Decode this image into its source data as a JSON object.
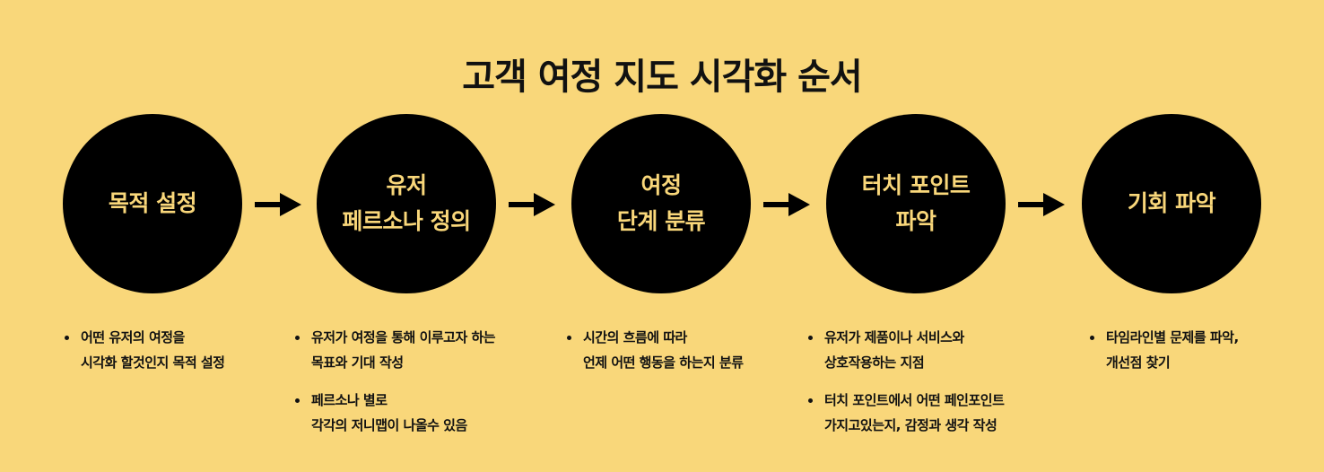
{
  "title": "고객 여정 지도 시각화 순서",
  "steps": [
    {
      "label_lines": [
        "목적 설정"
      ],
      "bullets": [
        [
          "어떤 유저의 여정을",
          "시각화 할것인지 목적 설정"
        ]
      ]
    },
    {
      "label_lines": [
        "유저",
        "페르소나 정의"
      ],
      "bullets": [
        [
          "유저가 여정을 통해 이루고자 하는",
          "목표와 기대 작성"
        ],
        [
          "페르소나 별로",
          "각각의 저니맵이 나올수 있음"
        ]
      ]
    },
    {
      "label_lines": [
        "여정",
        "단계 분류"
      ],
      "bullets": [
        [
          "시간의 흐름에 따라",
          "언제 어떤 행동을 하는지 분류"
        ]
      ]
    },
    {
      "label_lines": [
        "터치 포인트",
        "파악"
      ],
      "bullets": [
        [
          "유저가 제품이나 서비스와",
          "상호작용하는 지점"
        ],
        [
          "터치 포인트에서 어떤 페인포인트",
          "가지고있는지, 감정과 생각 작성"
        ]
      ]
    },
    {
      "label_lines": [
        "기회 파악"
      ],
      "bullets": [
        [
          "타임라인별 문제를 파악,",
          "개선점 찾기"
        ]
      ]
    }
  ],
  "colors": {
    "background": "#F9D77A",
    "circle": "#000000",
    "circle_text": "#F9D77A",
    "text": "#111111"
  },
  "icons": {
    "arrow": "arrow-right-icon",
    "bullet": "bullet-dot"
  }
}
